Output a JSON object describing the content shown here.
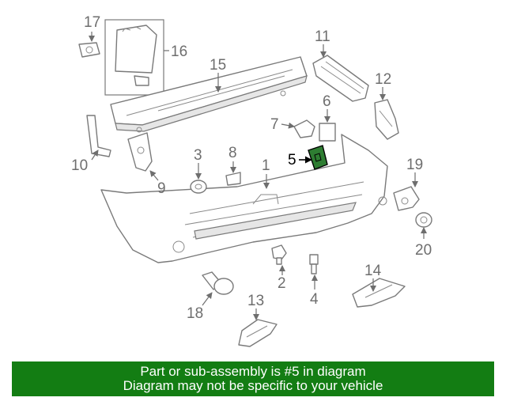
{
  "diagram": {
    "callouts": [
      "1",
      "2",
      "3",
      "4",
      "5",
      "6",
      "7",
      "8",
      "9",
      "10",
      "11",
      "12",
      "13",
      "14",
      "15",
      "16",
      "17",
      "18",
      "19",
      "20"
    ],
    "highlighted_part": "5",
    "highlight_color": "#2e7d32"
  },
  "banner": {
    "line1": "Part or sub-assembly is #5 in diagram",
    "line2": "Diagram may not be specific to your vehicle",
    "background": "#137d13",
    "text_color": "#ffffff"
  }
}
